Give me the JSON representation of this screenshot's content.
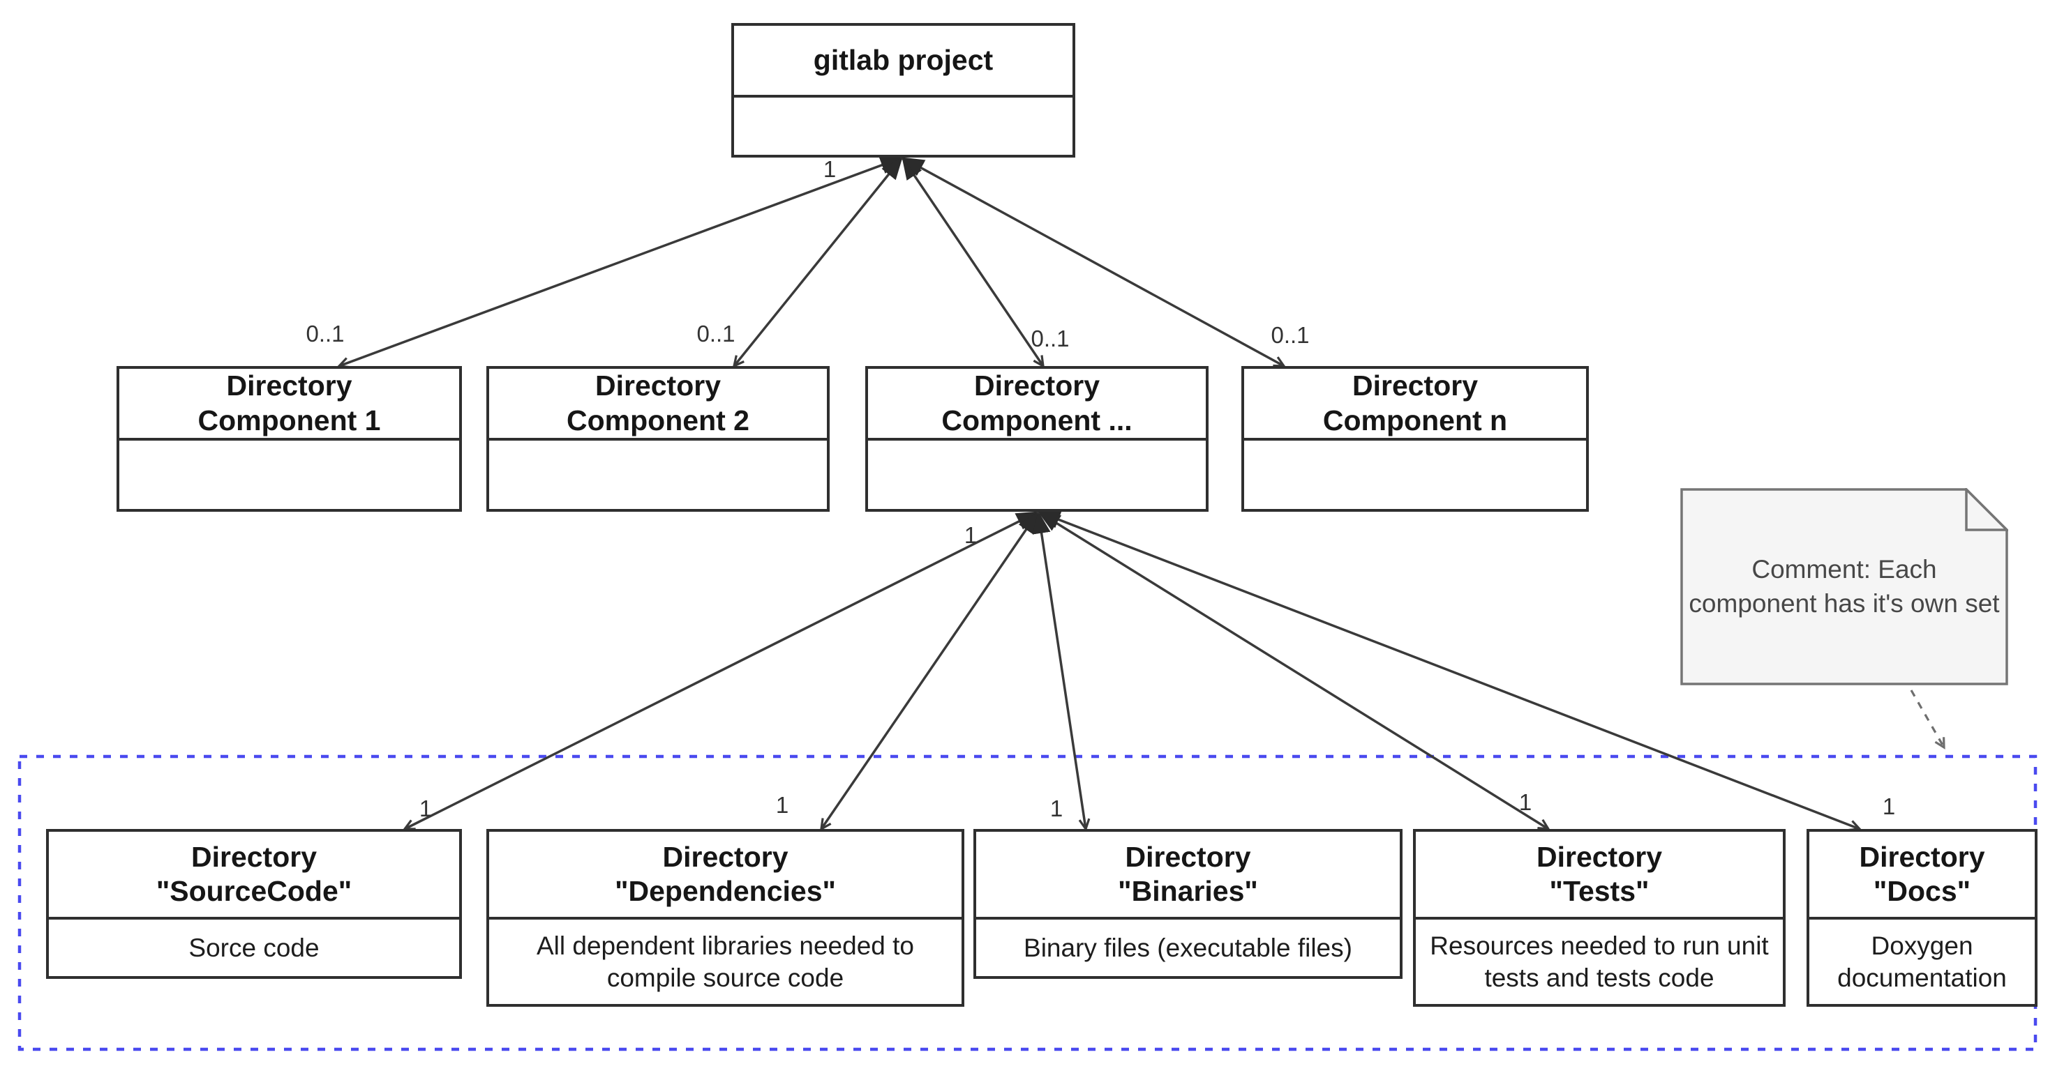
{
  "diagram_type": "uml-class-diagram",
  "root_class": {
    "name": "gitlab project"
  },
  "component_classes": [
    {
      "line1": "Directory",
      "line2": "Component 1"
    },
    {
      "line1": "Directory",
      "line2": "Component 2"
    },
    {
      "line1": "Directory",
      "line2": "Component ..."
    },
    {
      "line1": "Directory",
      "line2": "Component n"
    }
  ],
  "directory_classes": [
    {
      "line1": "Directory",
      "line2": "\"SourceCode\"",
      "body": "Sorce code"
    },
    {
      "line1": "Directory",
      "line2": "\"Dependencies\"",
      "body": "All dependent libraries needed to compile source code"
    },
    {
      "line1": "Directory",
      "line2": "\"Binaries\"",
      "body": "Binary files (executable files)"
    },
    {
      "line1": "Directory",
      "line2": "\"Tests\"",
      "body": "Resources needed to run unit tests and tests code"
    },
    {
      "line1": "Directory",
      "line2": "\"Docs\"",
      "body": "Doxygen documentation"
    }
  ],
  "multiplicities": {
    "root_end": "1",
    "component_ends": [
      "0..1",
      "0..1",
      "0..1",
      "0..1"
    ],
    "component_parent_end": "1",
    "directory_ends": [
      "1",
      "1",
      "1",
      "1",
      "1"
    ]
  },
  "note": {
    "text": "Comment: Each\ncomponent has it's own set"
  },
  "colors": {
    "box_border": "#2f2f2f",
    "line": "#3a3a3a",
    "container_dashed_border": "#4a4aef",
    "note_fill": "#f5f5f5",
    "note_border": "#757575",
    "note_text": "#474747",
    "note_arrow": "#6e6e6e",
    "background": "#ffffff"
  }
}
